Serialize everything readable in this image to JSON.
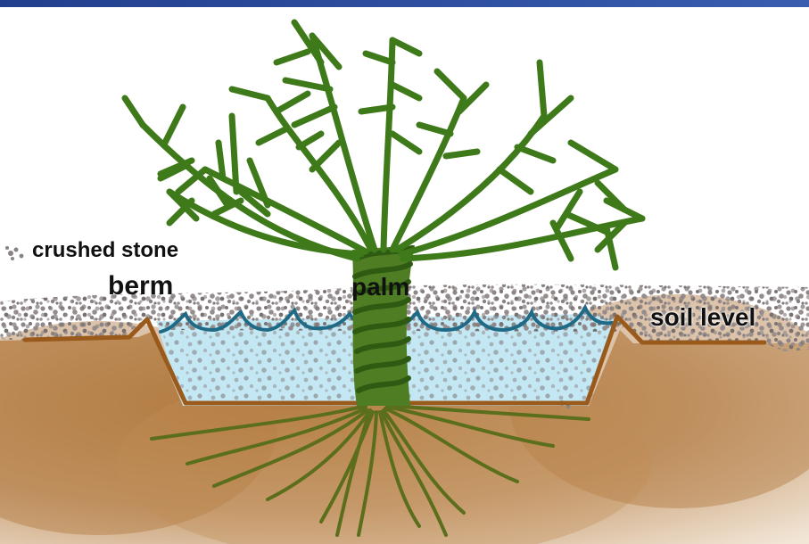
{
  "labels": {
    "crushed_stone": "crushed stone",
    "berm": "berm",
    "palm": "palm",
    "soil_level": "soil level"
  },
  "colors": {
    "top_bar": "#1f3a8a",
    "soil": "#b98a55",
    "soil_light": "#e4cfb4",
    "basin_outline": "#9a5a1c",
    "water": "#bfe6f3",
    "water_line": "#1f6a86",
    "stone": "#8a8383",
    "leaf": "#3f7a1a",
    "trunk": "#3f6e1a",
    "root": "#5a6e1c"
  },
  "icons": [
    "stone-gravel-texture",
    "palm-tree-drawing",
    "root-system-drawing",
    "water-wave-line"
  ]
}
